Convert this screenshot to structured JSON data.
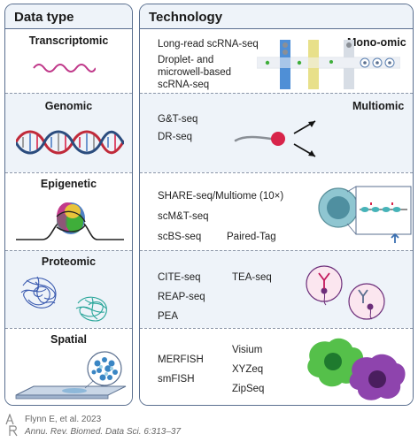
{
  "headers": {
    "data_type": "Data type",
    "technology": "Technology"
  },
  "rows": [
    {
      "data_type": "Transcriptomic",
      "techs": [
        "Long-read scRNA-seq",
        "Droplet- and\nmicrowell-based\nscRNA-seq"
      ],
      "tag": "Mono-omic"
    },
    {
      "data_type": "Genomic",
      "techs": [
        "G&T-seq",
        "DR-seq"
      ],
      "tag": "Multiomic"
    },
    {
      "data_type": "Epigenetic",
      "techs": [
        "SHARE-seq/Multiome (10×)",
        "scM&T-seq",
        "scBS-seq",
        "Paired-Tag"
      ]
    },
    {
      "data_type": "Proteomic",
      "techs": [
        "CITE-seq",
        "TEA-seq",
        "REAP-seq",
        "PEA"
      ]
    },
    {
      "data_type": "Spatial",
      "techs": [
        "MERFISH",
        "smFISH",
        "Visium",
        "XYZeq",
        "ZipSeq"
      ]
    }
  ],
  "footer": {
    "line1": "Flynn E, et al. 2023",
    "line2": "Annu. Rev. Biomed. Data Sci. 6:313–37"
  },
  "colors": {
    "panel_border": "#5a6f8f",
    "panel_fill": "#eef3f9",
    "wave": "#c0398a",
    "bead_red": "#d8244a",
    "cell_teal": "#6aa8b4",
    "purple": "#6c2e7a",
    "green": "#3fae3a"
  },
  "icons": [
    "wave-icon",
    "microfluidic-chip-icon",
    "dna-helix-icon",
    "split-arrows-icon",
    "nucleosome-icon",
    "cell-chromatin-icon",
    "protein-blob-icon",
    "antibody-cell-icon",
    "spatial-slide-icon",
    "tissue-cells-icon",
    "annual-reviews-logo-icon"
  ]
}
